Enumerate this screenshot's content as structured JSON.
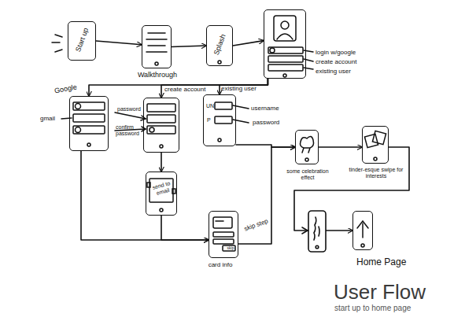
{
  "diagram": {
    "title": "User Flow",
    "caption": "start up to home page",
    "nodes": [
      {
        "text": [
          "Start up"
        ]
      },
      {
        "text": [
          "Walkthrough"
        ]
      },
      {
        "text": [
          "Splash"
        ]
      },
      {
        "text": [
          "login w/google",
          "create account",
          "existing user"
        ]
      },
      {
        "text": [
          "Google",
          "gmail"
        ]
      },
      {
        "text": [
          "create account",
          "password",
          "confirm password"
        ]
      },
      {
        "text": [
          "existing user",
          "UN",
          "P",
          "username",
          "password"
        ]
      },
      {
        "text": [
          "send to email"
        ]
      },
      {
        "text": [
          "skip",
          "card info"
        ]
      },
      {
        "text": [
          "some celebration effect"
        ]
      },
      {
        "text": [
          "tinder-esque swipe for interests"
        ]
      },
      {
        "text": [
          "Home Page"
        ]
      }
    ],
    "edges": [
      {
        "from": 0,
        "to": 1,
        "arrow": "to"
      },
      {
        "from": 1,
        "to": 2,
        "arrow": "to"
      },
      {
        "from": 2,
        "to": 3,
        "arrow": "to"
      },
      {
        "from": 3,
        "to": 4,
        "arrow": "to"
      },
      {
        "from": 3,
        "to": 5,
        "arrow": "to"
      },
      {
        "from": 3,
        "to": 6,
        "arrow": "to"
      },
      {
        "from": 5,
        "to": 7,
        "arrow": "to"
      },
      {
        "from": 7,
        "to": 8,
        "arrow": "to"
      },
      {
        "from": 4,
        "to": 8,
        "arrow": "to"
      },
      {
        "from": 6,
        "to": 9,
        "arrow": "to"
      },
      {
        "from": 8,
        "to": 9,
        "label": "skip step",
        "arrow": "to"
      },
      {
        "from": 9,
        "to": 10,
        "arrow": "to"
      },
      {
        "from": 10,
        "to": 11,
        "arrow": "to"
      }
    ]
  }
}
